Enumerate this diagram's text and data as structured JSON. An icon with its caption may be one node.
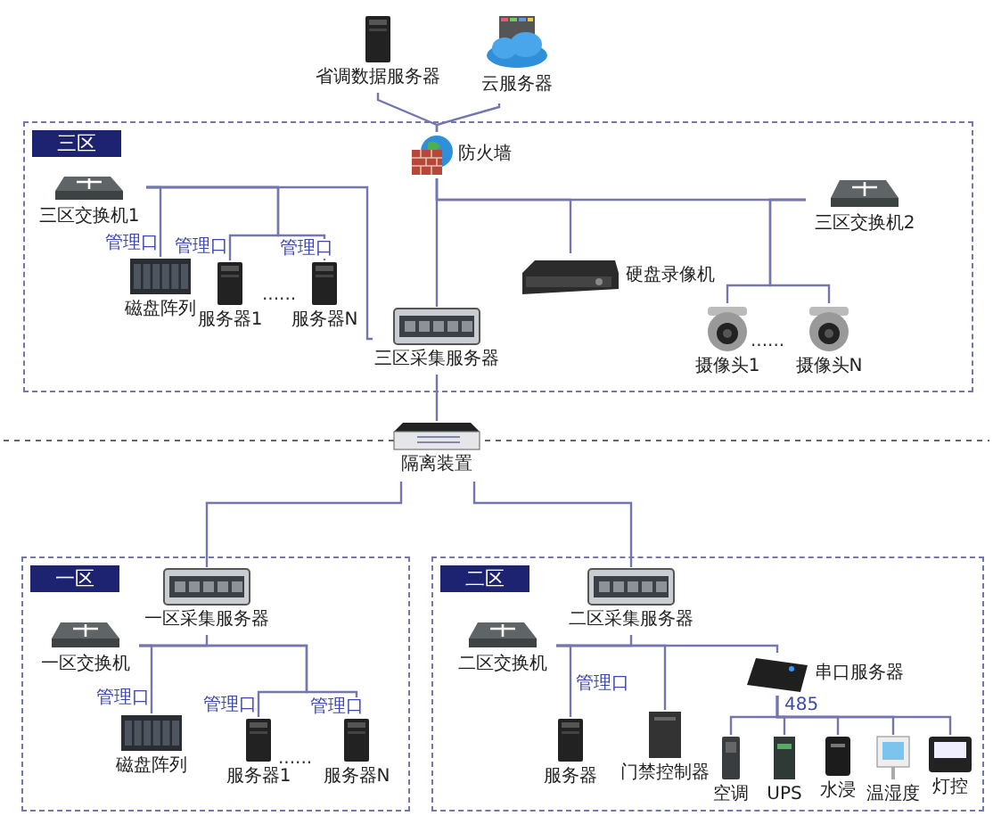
{
  "diagram": {
    "nodes": [
      {
        "text": [
          "省调数据服务器"
        ]
      },
      {
        "text": [
          "云服务器"
        ]
      },
      {
        "text": [
          "三区"
        ]
      },
      {
        "text": [
          "防火墙"
        ],
        "in": 2
      },
      {
        "text": [
          "三区交换机1"
        ],
        "in": 2
      },
      {
        "text": [
          "三区交换机2"
        ],
        "in": 2
      },
      {
        "text": [
          "硬盘录像机"
        ],
        "in": 2
      },
      {
        "text": [
          "磁盘阵列"
        ],
        "in": 2
      },
      {
        "text": [
          "服务器1"
        ],
        "in": 2
      },
      {
        "text": [
          "服务器N"
        ],
        "in": 2
      },
      {
        "text": [
          "三区采集服务器"
        ],
        "in": 2
      },
      {
        "text": [
          "摄像头1"
        ],
        "in": 2
      },
      {
        "text": [
          "摄像头N"
        ],
        "in": 2
      },
      {
        "text": [
          "隔离装置"
        ]
      },
      {
        "text": [
          "一区"
        ]
      },
      {
        "text": [
          "一区采集服务器"
        ],
        "in": 14
      },
      {
        "text": [
          "一区交换机"
        ],
        "in": 14
      },
      {
        "text": [
          "磁盘阵列"
        ],
        "in": 14
      },
      {
        "text": [
          "服务器1"
        ],
        "in": 14
      },
      {
        "text": [
          "服务器N"
        ],
        "in": 14
      },
      {
        "text": [
          "二区"
        ]
      },
      {
        "text": [
          "二区采集服务器"
        ],
        "in": 20
      },
      {
        "text": [
          "二区交换机"
        ],
        "in": 20
      },
      {
        "text": [
          "串口服务器"
        ],
        "in": 20
      },
      {
        "text": [
          "服务器"
        ],
        "in": 20
      },
      {
        "text": [
          "门禁控制器"
        ],
        "in": 20
      },
      {
        "text": [
          "空调"
        ],
        "in": 20
      },
      {
        "text": [
          "UPS"
        ],
        "in": 20
      },
      {
        "text": [
          "水浸"
        ],
        "in": 20
      },
      {
        "text": [
          "温湿度"
        ],
        "in": 20
      },
      {
        "text": [
          "灯控"
        ],
        "in": 20
      }
    ],
    "edges": [
      {
        "from": 0,
        "to": 3,
        "arrow": "none"
      },
      {
        "from": 1,
        "to": 3,
        "arrow": "none"
      },
      {
        "from": 3,
        "to": 10,
        "arrow": "none"
      },
      {
        "from": 3,
        "to": 6,
        "arrow": "none"
      },
      {
        "from": 3,
        "to": 5,
        "arrow": "none"
      },
      {
        "from": 5,
        "to": 11,
        "arrow": "none"
      },
      {
        "from": 5,
        "to": 12,
        "arrow": "none"
      },
      {
        "from": 4,
        "to": 7,
        "label": "管理口",
        "arrow": "none"
      },
      {
        "from": 4,
        "to": 8,
        "label": "管理口",
        "arrow": "none"
      },
      {
        "from": 4,
        "to": 9,
        "label": "管理口",
        "arrow": "none"
      },
      {
        "from": 4,
        "to": 10,
        "arrow": "none"
      },
      {
        "from": 10,
        "to": 13,
        "arrow": "none"
      },
      {
        "from": 13,
        "to": 15,
        "arrow": "none"
      },
      {
        "from": 13,
        "to": 21,
        "arrow": "none"
      },
      {
        "from": 15,
        "to": 16,
        "arrow": "none"
      },
      {
        "from": 16,
        "to": 17,
        "label": "管理口",
        "arrow": "none"
      },
      {
        "from": 16,
        "to": 18,
        "label": "管理口",
        "arrow": "none"
      },
      {
        "from": 16,
        "to": 19,
        "label": "管理口",
        "arrow": "none"
      },
      {
        "from": 21,
        "to": 22,
        "arrow": "none"
      },
      {
        "from": 22,
        "to": 24,
        "label": "管理口",
        "arrow": "none"
      },
      {
        "from": 22,
        "to": 25,
        "arrow": "none"
      },
      {
        "from": 22,
        "to": 23,
        "arrow": "none"
      },
      {
        "from": 23,
        "to": 26,
        "arrow": "none"
      },
      {
        "from": 23,
        "to": 27,
        "arrow": "none"
      },
      {
        "from": 23,
        "to": 28,
        "arrow": "none"
      },
      {
        "from": 23,
        "to": 29,
        "arrow": "none"
      },
      {
        "from": 23,
        "to": 30,
        "arrow": "none"
      }
    ],
    "labels": [
      "......",
      "......",
      "......",
      "485"
    ]
  }
}
